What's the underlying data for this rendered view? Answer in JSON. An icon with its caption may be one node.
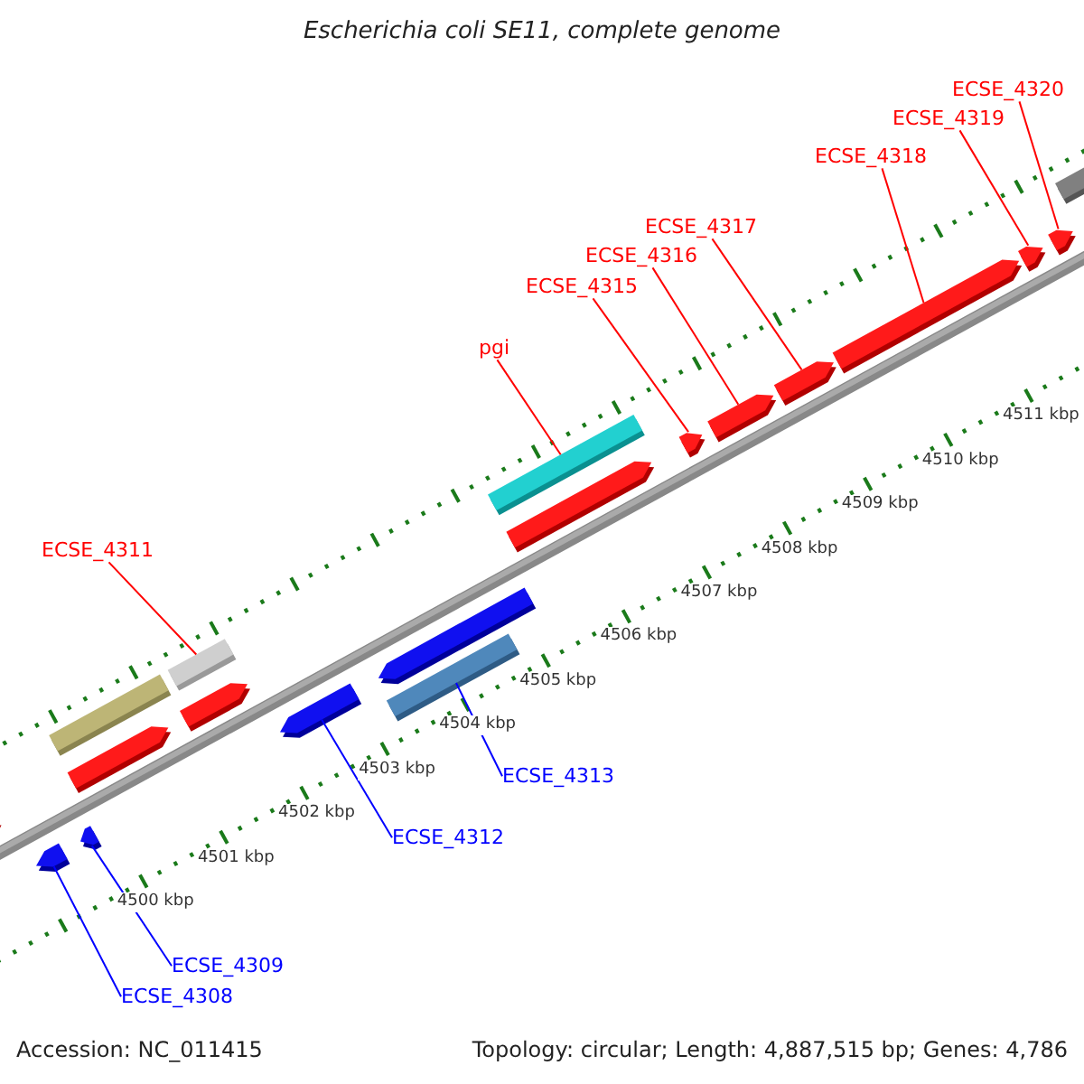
{
  "diagram": {
    "title": "Escherichia coli SE11, complete genome",
    "nodes": [
      {
        "text": [
          "ECSE_4320"
        ]
      },
      {
        "text": [
          "ECSE_4319"
        ]
      },
      {
        "text": [
          "ECSE_4318"
        ]
      },
      {
        "text": [
          "ECSE_4317"
        ]
      },
      {
        "text": [
          "ECSE_4316"
        ]
      },
      {
        "text": [
          "ECSE_4315"
        ]
      },
      {
        "text": [
          "pgi"
        ]
      },
      {
        "text": [
          "ECSE_4311"
        ]
      },
      {
        "text": [
          "ECSE_4313"
        ]
      },
      {
        "text": [
          "ECSE_4312"
        ]
      },
      {
        "text": [
          "ECSE_4309"
        ]
      },
      {
        "text": [
          "ECSE_4308"
        ]
      },
      {
        "text": [],
        "shape": "arrow"
      },
      {
        "text": [],
        "shape": "arrow"
      },
      {
        "text": [],
        "shape": "arrow"
      },
      {
        "text": [],
        "shape": "arrow"
      },
      {
        "text": [],
        "shape": "arrow"
      },
      {
        "text": [],
        "shape": "arrow"
      },
      {
        "text": [],
        "shape": "bar"
      },
      {
        "text": [],
        "shape": "bar"
      },
      {
        "text": [],
        "shape": "bar"
      },
      {
        "text": [],
        "shape": "arrow"
      },
      {
        "text": [],
        "shape": "arrow"
      },
      {
        "text": [],
        "shape": "arrow"
      },
      {
        "text": [],
        "shape": "arrow"
      },
      {
        "text": [],
        "shape": "arrow"
      },
      {
        "text": [],
        "shape": "arrow"
      },
      {
        "text": [],
        "shape": "arrow"
      },
      {
        "text": [],
        "shape": "bar"
      },
      {
        "text": [],
        "shape": "arrow"
      },
      {
        "text": [],
        "shape": "bar"
      }
    ],
    "edges": [
      {
        "from": 0,
        "to": 12,
        "arrow": "none"
      },
      {
        "from": 1,
        "to": 13,
        "arrow": "none"
      },
      {
        "from": 2,
        "to": 14,
        "arrow": "none"
      },
      {
        "from": 3,
        "to": 15,
        "arrow": "none"
      },
      {
        "from": 4,
        "to": 16,
        "arrow": "none"
      },
      {
        "from": 5,
        "to": 17,
        "arrow": "none"
      },
      {
        "from": 6,
        "to": 18,
        "arrow": "none"
      },
      {
        "from": 7,
        "to": 19,
        "arrow": "none"
      },
      {
        "from": 8,
        "to": 20,
        "arrow": "none",
        "color": "#0000ff"
      },
      {
        "from": 9,
        "to": 21,
        "arrow": "none",
        "color": "#0000ff"
      },
      {
        "from": 10,
        "to": 22,
        "arrow": "none",
        "color": "#0000ff"
      },
      {
        "from": 11,
        "to": 23,
        "arrow": "none",
        "color": "#0000ff"
      }
    ],
    "labels": [
      "4500 kbp",
      "4501 kbp",
      "4502 kbp",
      "4503 kbp",
      "4504 kbp",
      "4505 kbp",
      "4506 kbp",
      "4507 kbp",
      "4508 kbp",
      "4509 kbp",
      "4510 kbp",
      "4511 kbp",
      "Accession: NC_011415",
      "Topology: circular; Length: 4,887,515 bp; Genes: 4,786"
    ]
  }
}
